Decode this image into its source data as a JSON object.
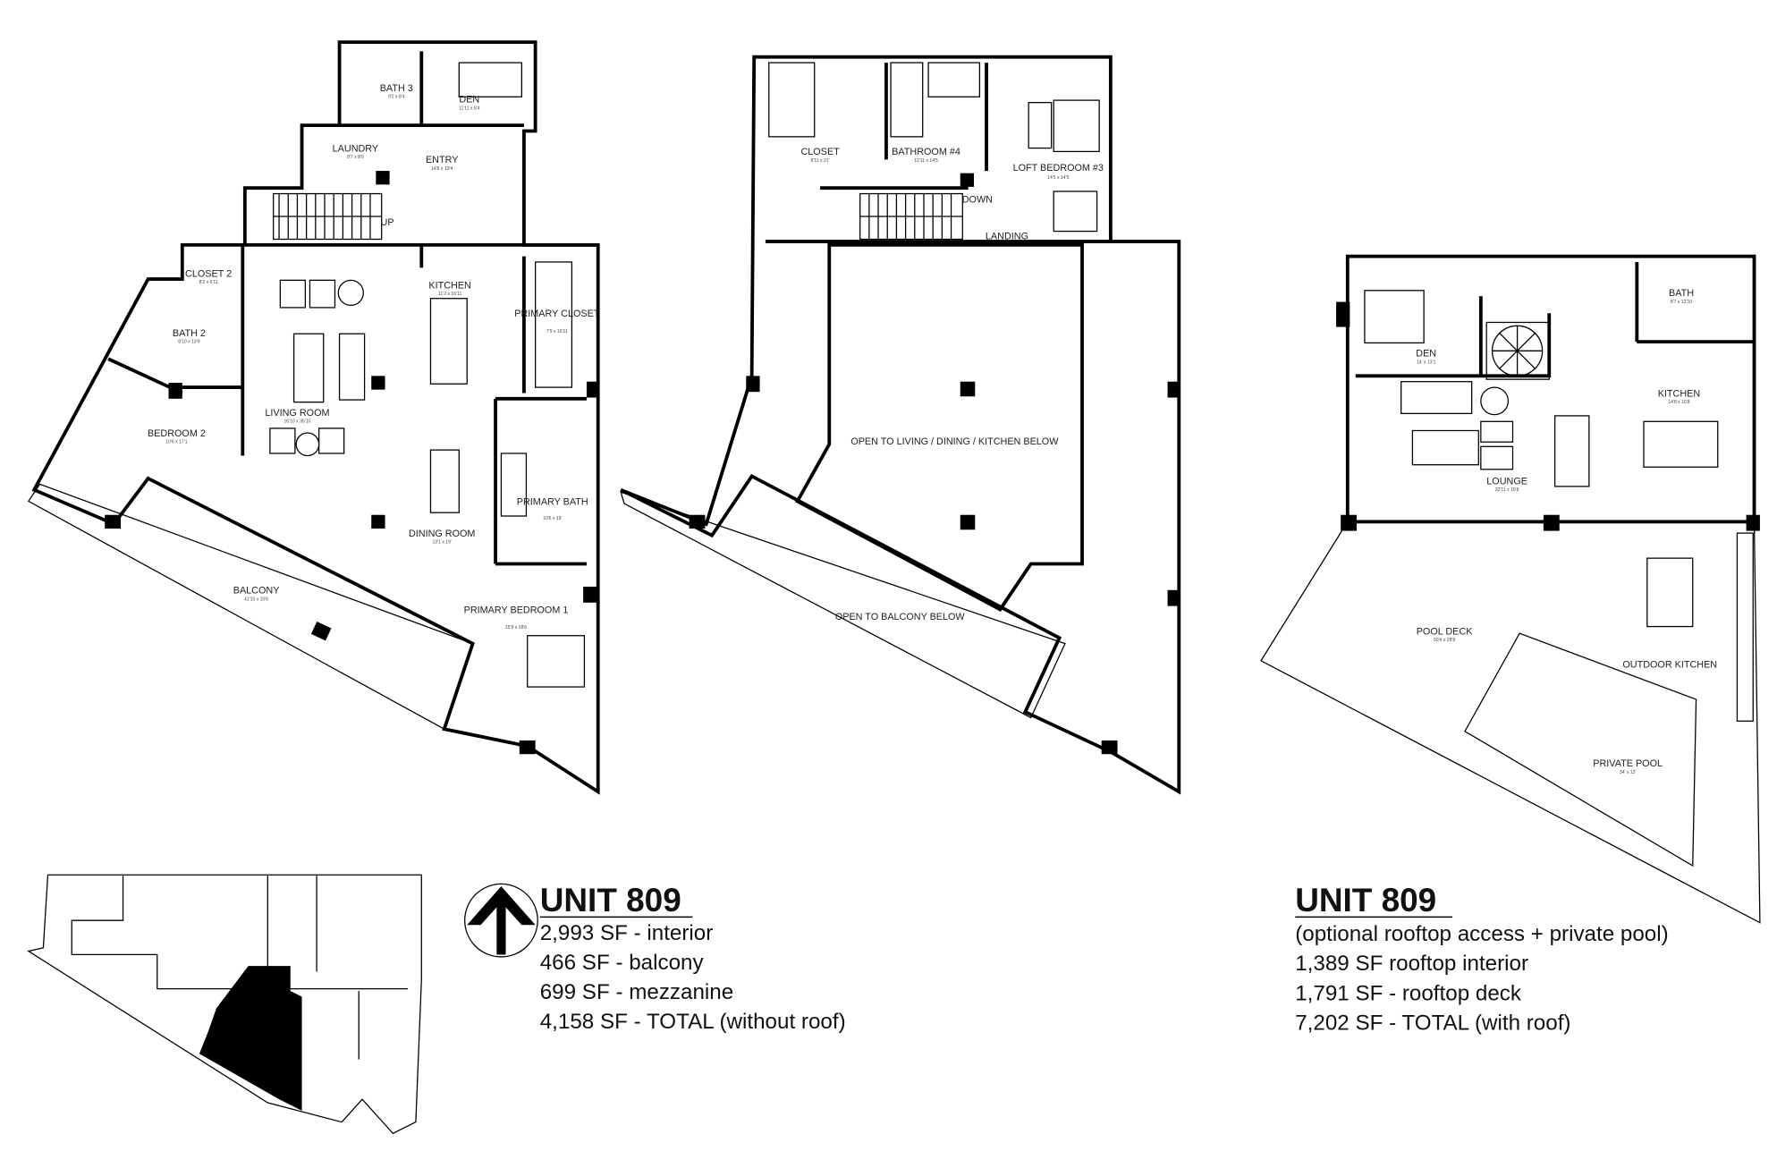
{
  "lower_level": {
    "rooms": [
      {
        "name": "BATH 3",
        "dims": "9'2 x 8'4"
      },
      {
        "name": "DEN",
        "dims": "11'11 x 8'4"
      },
      {
        "name": "LAUNDRY",
        "dims": "8'7 x 8'9"
      },
      {
        "name": "ENTRY",
        "dims": "14'8 x 13'4"
      },
      {
        "name": "KITCHEN",
        "dims": "11'2 x 16'11"
      },
      {
        "name": "CLOSET 2",
        "dims": "8'2 x 6'11"
      },
      {
        "name": "BATH 2",
        "dims": "8'10 x 13'9"
      },
      {
        "name": "LIVING ROOM",
        "dims": "16'10 x 35'10"
      },
      {
        "name": "BEDROOM 2",
        "dims": "10'6 x 17'1"
      },
      {
        "name": "PRIMARY CLOSET",
        "dims": "7'9 x 16'11"
      },
      {
        "name": "PRIMARY BATH",
        "dims": "10'6 x 19'"
      },
      {
        "name": "DINING ROOM",
        "dims": "13'1 x 19'"
      },
      {
        "name": "BALCONY",
        "dims": "41'10 x 10'6"
      },
      {
        "name": "PRIMARY BEDROOM 1",
        "dims": "15'9 x 18'6"
      }
    ],
    "stair_label": "UP"
  },
  "mezzanine": {
    "rooms": [
      {
        "name": "CLOSET",
        "dims": "8'11 x 21'"
      },
      {
        "name": "BATHROOM #4",
        "dims": "12'11 x 14'5"
      },
      {
        "name": "LOFT BEDROOM #3",
        "dims": "14'5 x 14'5"
      },
      {
        "name": "LANDING"
      }
    ],
    "stair_label": "DOWN",
    "open_living": "OPEN TO LIVING / DINING / KITCHEN BELOW",
    "open_balcony": "OPEN TO BALCONY BELOW"
  },
  "rooftop": {
    "rooms": [
      {
        "name": "DEN",
        "dims": "14' x 13'1"
      },
      {
        "name": "BATH",
        "dims": "8'7 x 12'10"
      },
      {
        "name": "KITCHEN",
        "dims": "14'8 x 16'8"
      },
      {
        "name": "LOUNGE",
        "dims": "32'11 x 15'8"
      },
      {
        "name": "POOL DECK",
        "dims": "50'4 x 28'8"
      },
      {
        "name": "OUTDOOR KITCHEN"
      },
      {
        "name": "PRIVATE POOL",
        "dims": "34' x 13'"
      }
    ]
  },
  "summary_main": {
    "title": "UNIT 809",
    "lines": [
      "2,993 SF - interior",
      "466 SF - balcony",
      "699 SF - mezzanine",
      "4,158 SF - TOTAL (without roof)"
    ]
  },
  "summary_roof": {
    "title": "UNIT 809",
    "lines": [
      "(optional rooftop access + private pool)",
      "1,389 SF rooftop interior",
      "1,791 SF - rooftop deck",
      "7,202 SF - TOTAL (with roof)"
    ]
  },
  "key_plan": {
    "highlight_color": "#000000"
  },
  "compass": {
    "direction": "north-arrow-icon"
  }
}
